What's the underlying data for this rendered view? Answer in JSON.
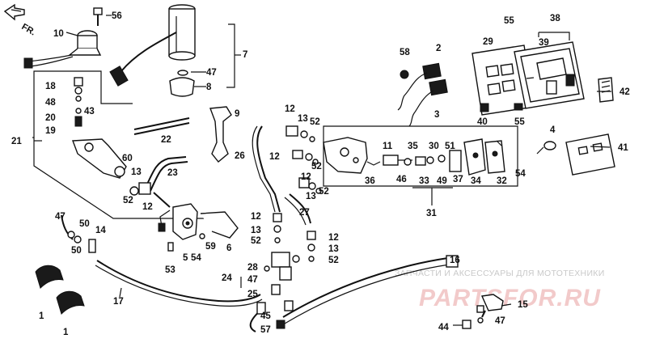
{
  "diagram": {
    "direction_marker": "FR.",
    "watermark": {
      "line1": "ЗАПЧАСТИ И АКСЕССУАРЫ ДЛЯ МОТОТЕХНИКИ",
      "line2": "PARTSFOR.RU"
    },
    "callouts": [
      "56",
      "10",
      "7",
      "47",
      "8",
      "55",
      "38",
      "58",
      "2",
      "29",
      "39",
      "18",
      "48",
      "43",
      "20",
      "19",
      "21",
      "42",
      "3",
      "9",
      "40",
      "55",
      "22",
      "12",
      "13",
      "52",
      "60",
      "26",
      "11",
      "35",
      "30",
      "51",
      "4",
      "12",
      "23",
      "13",
      "41",
      "52",
      "12",
      "36",
      "46",
      "33",
      "49",
      "37",
      "34",
      "32",
      "54",
      "13",
      "52",
      "52",
      "12",
      "31",
      "27",
      "12",
      "47",
      "50",
      "13",
      "14",
      "52",
      "50",
      "59",
      "6",
      "53",
      "5",
      "54",
      "12",
      "13",
      "52",
      "16",
      "24",
      "28",
      "47",
      "15",
      "17",
      "25",
      "45",
      "1",
      "47",
      "44",
      "1",
      "57"
    ]
  }
}
